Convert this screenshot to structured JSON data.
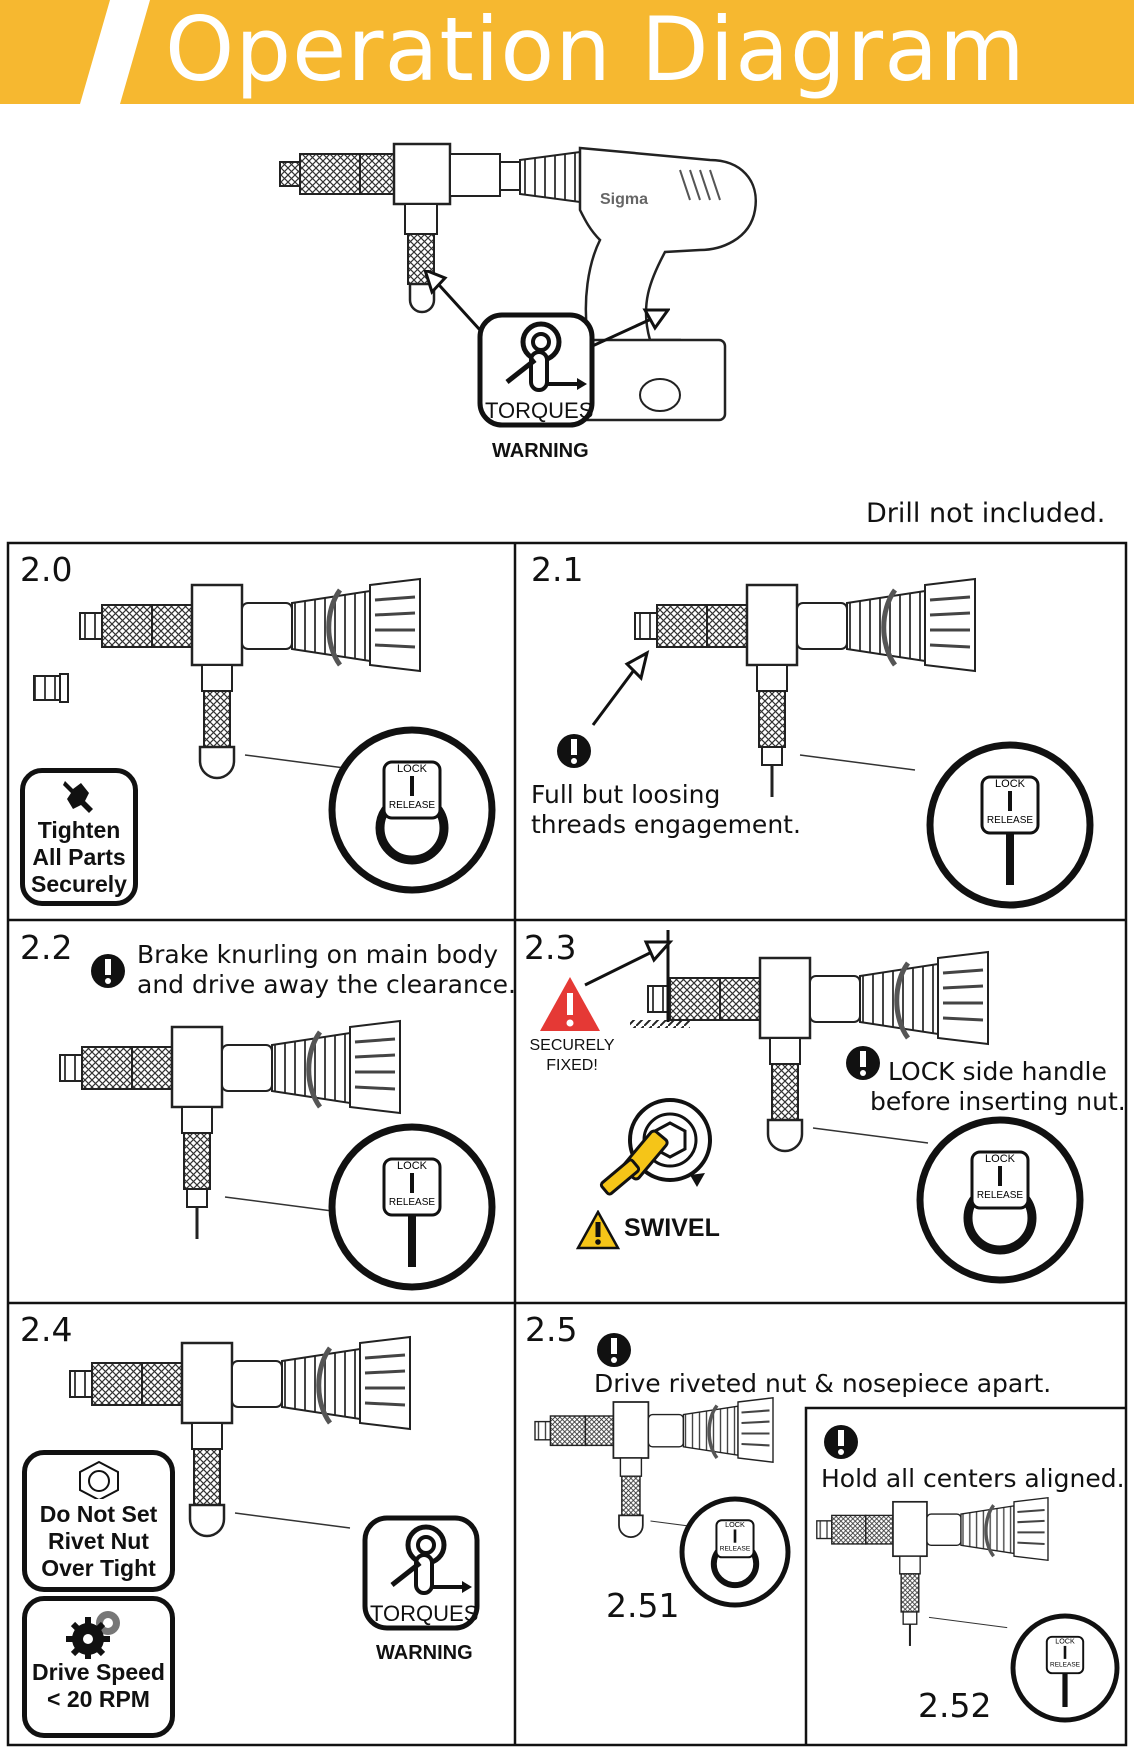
{
  "header": {
    "title": "Operation Diagram",
    "bar_color": "#f6b830"
  },
  "hero": {
    "brand": "Sigma",
    "torques": "TORQUES",
    "warning": "WARNING",
    "note": "Drill not included."
  },
  "knob": {
    "lock": "LOCK",
    "release": "RELEASE"
  },
  "panels": {
    "p20": {
      "step": "2.0",
      "badge": [
        "Tighten",
        "All Parts",
        "Securely"
      ]
    },
    "p21": {
      "step": "2.1",
      "text": [
        "Full but loosing",
        "threads engagement."
      ]
    },
    "p22": {
      "step": "2.2",
      "text": [
        "Brake knurling on main body",
        "and drive away the clearance."
      ]
    },
    "p23": {
      "step": "2.3",
      "fixed": [
        "SECURELY",
        "FIXED!"
      ],
      "text": [
        "LOCK side handle",
        "before inserting nut."
      ],
      "swivel": "SWIVEL"
    },
    "p24": {
      "step": "2.4",
      "badge1": [
        "Do Not Set",
        "Rivet Nut",
        "Over Tight"
      ],
      "badge2": [
        "Drive Speed",
        "< 20 RPM"
      ],
      "torques": "TORQUES",
      "warning": "WARNING"
    },
    "p25": {
      "step": "2.5",
      "text": "Drive riveted nut & nosepiece apart.",
      "sub1": "2.51",
      "sub2": "2.52",
      "text2": "Hold all centers aligned."
    }
  },
  "colors": {
    "accent": "#f6b830",
    "warning_red": "#e53935",
    "warning_yellow": "#f5c518"
  }
}
